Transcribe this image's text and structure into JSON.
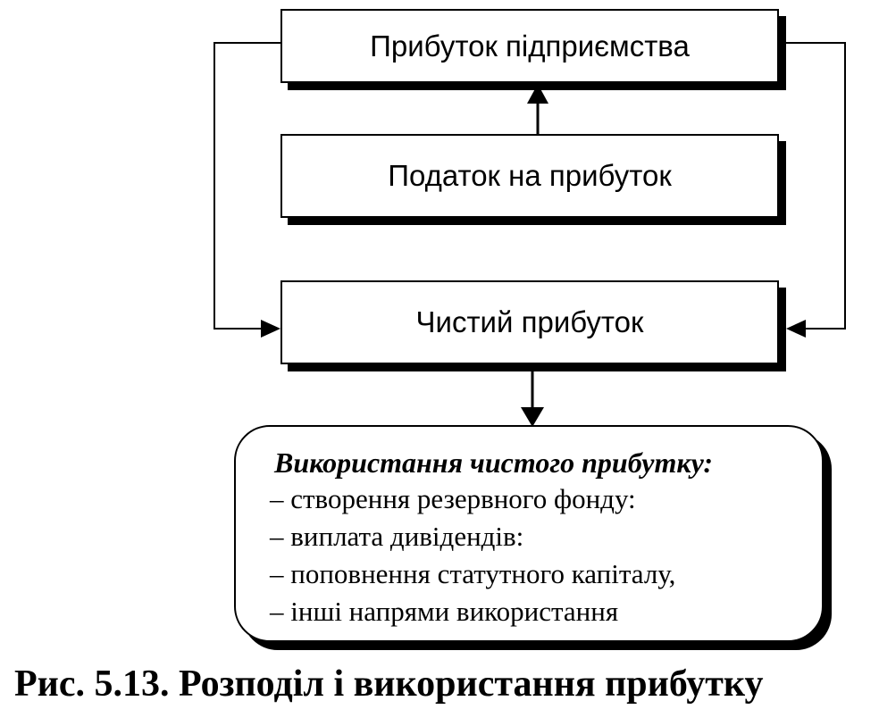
{
  "boxes": {
    "enterprise_profit": "Прибуток підприємства",
    "profit_tax": "Податок на прибуток",
    "net_profit": "Чистий прибуток"
  },
  "usage": {
    "title": "Використання чистого прибутку:",
    "items": [
      "– створення резервного фонду:",
      "– виплата дивідендів:",
      "– поповнення статутного капіталу,",
      "– інші напрями використання"
    ]
  },
  "caption": "Рис.  5.13. Розподіл і використання прибутку"
}
